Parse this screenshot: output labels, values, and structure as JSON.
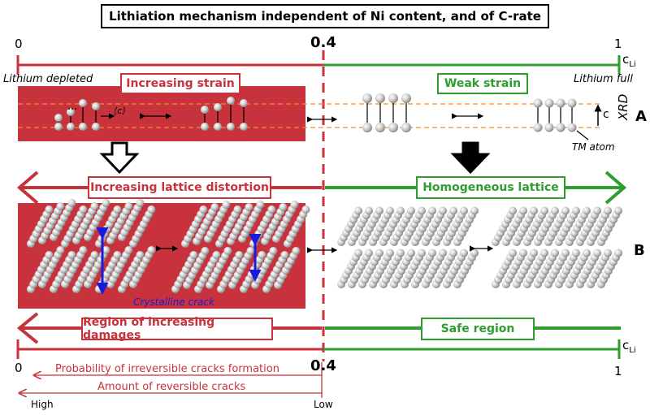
{
  "title": "Lithiation mechanism independent of Ni content, and of C-rate",
  "top_axis": {
    "left_value": "0",
    "mid_value": "0.4",
    "right_value": "1",
    "var_base": "c",
    "var_sub": "Li"
  },
  "bottom_axis": {
    "left_value": "0",
    "mid_value": "0.4",
    "right_value": "1",
    "var_base": "c",
    "var_sub": "Li"
  },
  "lithium_depleted": "Lithium depleted",
  "lithium_full": "Lithium full",
  "increasing_strain": "Increasing strain",
  "weak_strain": "Weak strain",
  "c_axis_label": "⟨c⟩",
  "c_label": "c",
  "xrd_label": "XRD",
  "panel_a": "A",
  "panel_b": "B",
  "tm_atom": "TM atom",
  "increasing_lattice_distortion": "Increasing lattice distortion",
  "homogeneous_lattice": "Homogeneous lattice",
  "crystalline_crack": "Crystalline crack",
  "region_increasing_damages": "Region of increasing damages",
  "safe_region": "Safe region",
  "prob_irreversible": "Probability of irreversible cracks formation",
  "amount_reversible": "Amount of reversible cracks",
  "high_label": "High",
  "low_label": "Low",
  "colors": {
    "red": "#c8323c",
    "green": "#2e9e2e",
    "orange": "#f08c28",
    "blue": "#1a1adc"
  }
}
